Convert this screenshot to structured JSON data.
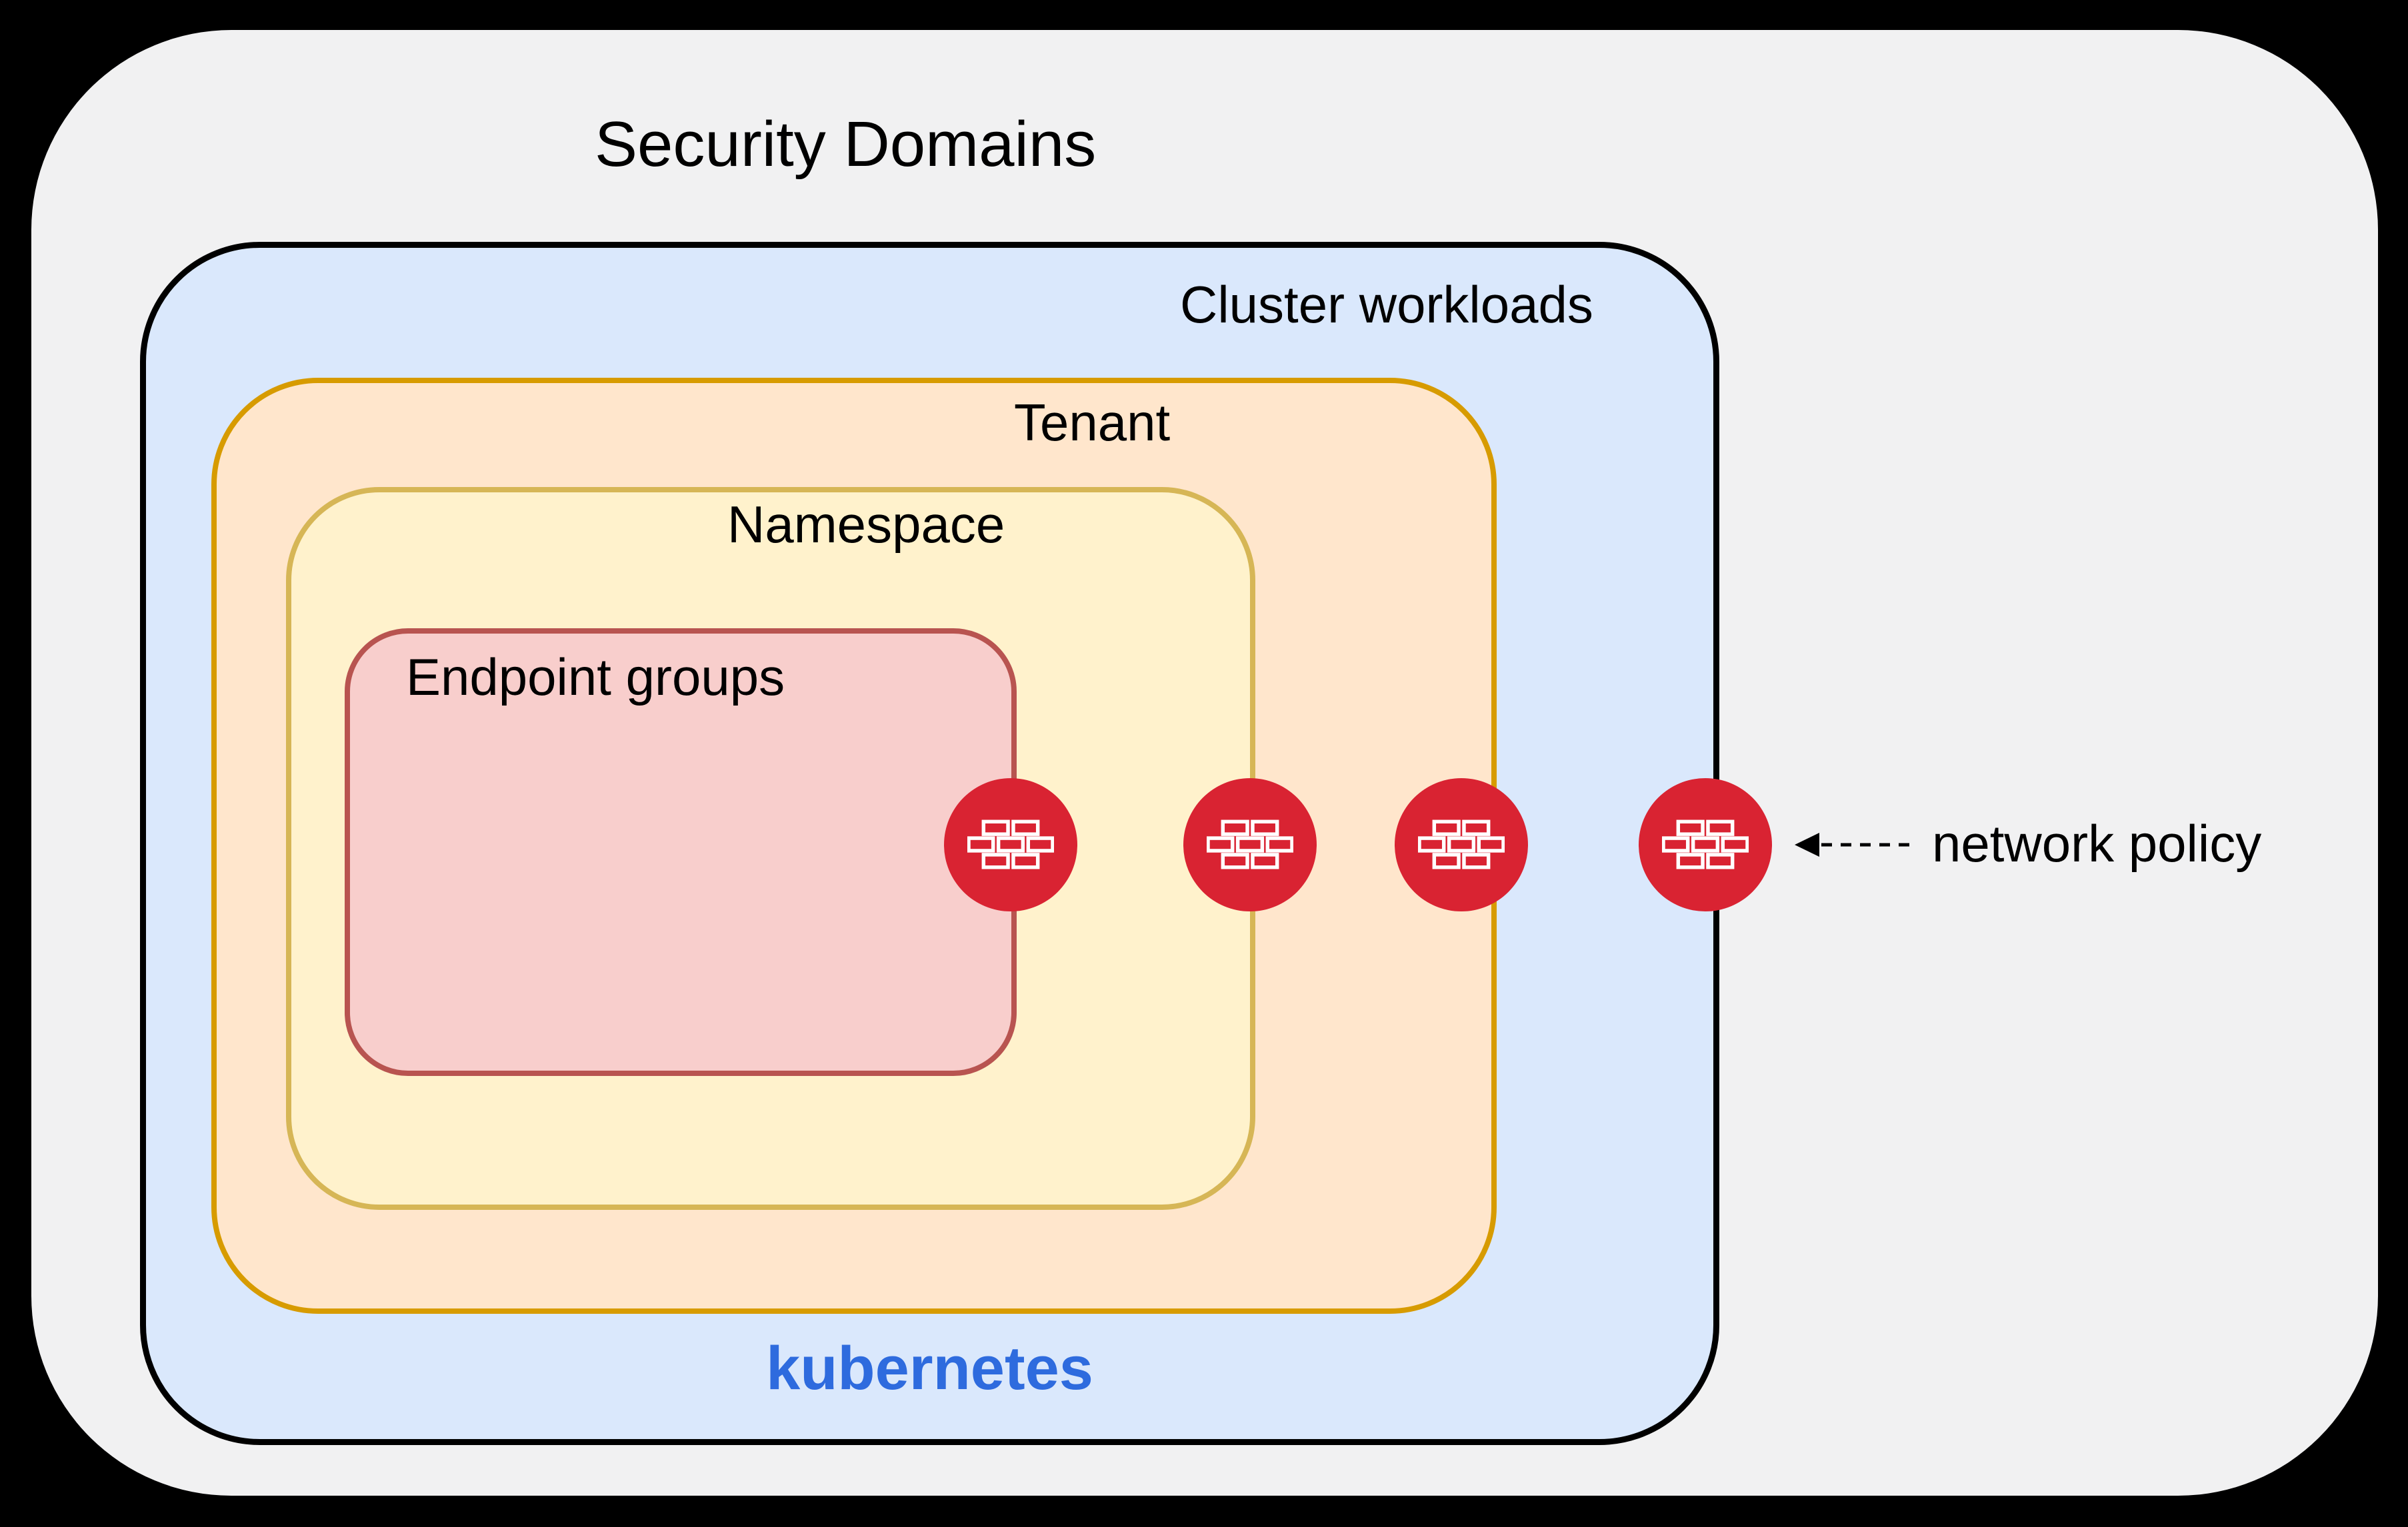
{
  "title": "Security Domains",
  "domains": {
    "cluster": {
      "label": "Cluster workloads"
    },
    "tenant": {
      "label": "Tenant"
    },
    "namespace": {
      "label": "Namespace"
    },
    "endpoint_groups": {
      "label": "Endpoint groups"
    }
  },
  "platform": {
    "wordmark": "kubernetes"
  },
  "annotation": {
    "label": "network policy"
  },
  "icons": {
    "firewall": "firewall-brick-wall"
  },
  "colors": {
    "background": "#000000",
    "canvas": "#f1f1f2",
    "cluster_fill": "#dae8fc",
    "cluster_border": "#000000",
    "tenant_fill": "#ffe6cc",
    "tenant_border": "#d79b00",
    "namespace_fill": "#fff2cc",
    "namespace_border": "#d6b656",
    "endpoint_fill": "#f8cecc",
    "endpoint_border": "#b85450",
    "firewall_red": "#d92332",
    "kubernetes_blue": "#2e6bde"
  }
}
